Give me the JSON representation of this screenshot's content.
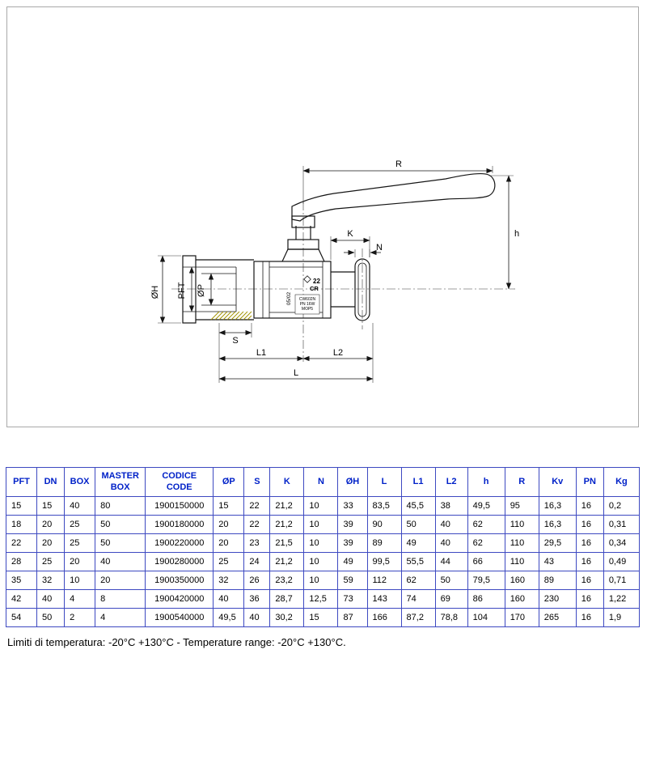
{
  "drawing": {
    "dim_labels": {
      "r": "R",
      "h": "h",
      "k": "K",
      "n": "N",
      "oh": "ØH",
      "pft": "PFT",
      "op": "ØP",
      "s": "S",
      "l1": "L1",
      "l2": "L2",
      "l": "L"
    },
    "markings": {
      "size": "22",
      "alloy": "CR",
      "date": "05/02",
      "spec_line1": "CW602N",
      "spec_line2": "PN 16W",
      "spec_line3": "MOP5"
    }
  },
  "table": {
    "headers": [
      "PFT",
      "DN",
      "BOX",
      "MASTER\nBOX",
      "CODICE\nCODE",
      "ØP",
      "S",
      "K",
      "N",
      "ØH",
      "L",
      "L1",
      "L2",
      "h",
      "R",
      "Kv",
      "PN",
      "Kg"
    ],
    "rows": [
      [
        "15",
        "15",
        "40",
        "80",
        "1900150000",
        "15",
        "22",
        "21,2",
        "10",
        "33",
        "83,5",
        "45,5",
        "38",
        "49,5",
        "95",
        "16,3",
        "16",
        "0,2"
      ],
      [
        "18",
        "20",
        "25",
        "50",
        "1900180000",
        "20",
        "22",
        "21,2",
        "10",
        "39",
        "90",
        "50",
        "40",
        "62",
        "110",
        "16,3",
        "16",
        "0,31"
      ],
      [
        "22",
        "20",
        "25",
        "50",
        "1900220000",
        "20",
        "23",
        "21,5",
        "10",
        "39",
        "89",
        "49",
        "40",
        "62",
        "110",
        "29,5",
        "16",
        "0,34"
      ],
      [
        "28",
        "25",
        "20",
        "40",
        "1900280000",
        "25",
        "24",
        "21,2",
        "10",
        "49",
        "99,5",
        "55,5",
        "44",
        "66",
        "110",
        "43",
        "16",
        "0,49"
      ],
      [
        "35",
        "32",
        "10",
        "20",
        "1900350000",
        "32",
        "26",
        "23,2",
        "10",
        "59",
        "112",
        "62",
        "50",
        "79,5",
        "160",
        "89",
        "16",
        "0,71"
      ],
      [
        "42",
        "40",
        "4",
        "8",
        "1900420000",
        "40",
        "36",
        "28,7",
        "12,5",
        "73",
        "143",
        "74",
        "69",
        "86",
        "160",
        "230",
        "16",
        "1,22"
      ],
      [
        "54",
        "50",
        "2",
        "4",
        "1900540000",
        "49,5",
        "40",
        "30,2",
        "15",
        "87",
        "166",
        "87,2",
        "78,8",
        "104",
        "170",
        "265",
        "16",
        "1,9"
      ]
    ]
  },
  "footer": {
    "note": "Limiti di temperatura: -20°C +130°C - Temperature range: -20°C +130°C."
  },
  "colors": {
    "table_border": "#3d49c1",
    "header_text": "#0021c8",
    "hatch": "#a29200"
  }
}
